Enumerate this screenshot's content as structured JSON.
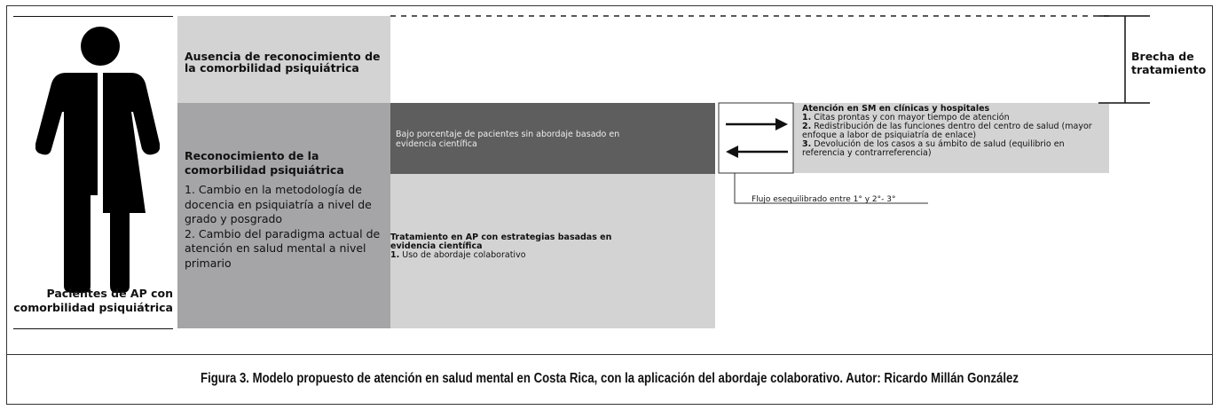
{
  "person": {
    "label_line1": "Pacientes de AP con",
    "label_line2": "comorbilidad psiquiátrica"
  },
  "boxes": {
    "ausencia": "Ausencia de reconocimiento de la comorbilidad psiquiátrica",
    "reconocimiento_title": "Reconocimiento de la comorbilidad psiquiátrica",
    "reconocimiento_items": [
      "1. Cambio en la metodología de docencia en psiquiatría a nivel de grado y posgrado",
      "2. Cambio del paradigma actual de atención en salud mental a nivel primario"
    ],
    "bajo_porcentaje": "Bajo porcentaje de pacientes sin abordaje basado en evidencia científica",
    "tratamiento_title": "Tratamiento en AP con estrategias basadas en evidencia científica",
    "tratamiento_items": [
      {
        "num": "1.",
        "text": " Uso de abordaje colaborativo"
      }
    ],
    "atencion_sm_title": "Atención en SM en clínicas y hospitales",
    "atencion_sm_items": [
      {
        "num": "1.",
        "text": " Citas prontas y con mayor tiempo de atención"
      },
      {
        "num": "2.",
        "text": " Redistribución de las funciones dentro del centro de salud (mayor enfoque a labor de psiquiatría de enlace)"
      },
      {
        "num": "3.",
        "text": " Devolución de los casos a su ámbito de salud (equilibrio en referencia y contrarreferencia)"
      }
    ]
  },
  "flujo_label": "Flujo esequilibrado entre 1° y 2°- 3°",
  "brecha": {
    "line1": "Brecha de",
    "line2": "tratamiento"
  },
  "caption": "Figura 3. Modelo propuesto de atención en salud mental en Costa Rica, con la aplicación del abordaje colaborativo. Autor: Ricardo Millán González"
}
